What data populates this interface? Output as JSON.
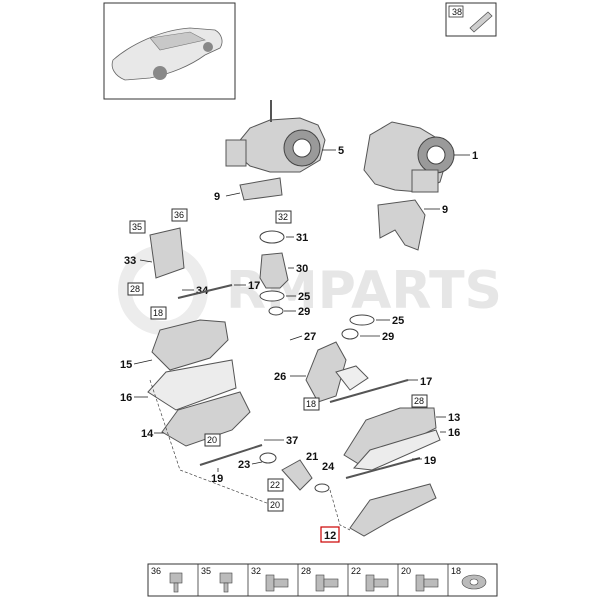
{
  "watermark": "RMPARTS",
  "callouts": [
    "1",
    "5",
    "9",
    "9",
    "31",
    "30",
    "25",
    "29",
    "33",
    "34",
    "17",
    "15",
    "16",
    "14",
    "27",
    "26",
    "25",
    "29",
    "17",
    "13",
    "16",
    "19",
    "37",
    "21",
    "23",
    "24",
    "19",
    "12"
  ],
  "boxed_refs": [
    "38",
    "32",
    "35",
    "36",
    "28",
    "18",
    "28",
    "18",
    "20",
    "22",
    "20",
    "12"
  ],
  "legend": {
    "items": [
      "36",
      "35",
      "32",
      "28",
      "22",
      "20",
      "18"
    ]
  }
}
